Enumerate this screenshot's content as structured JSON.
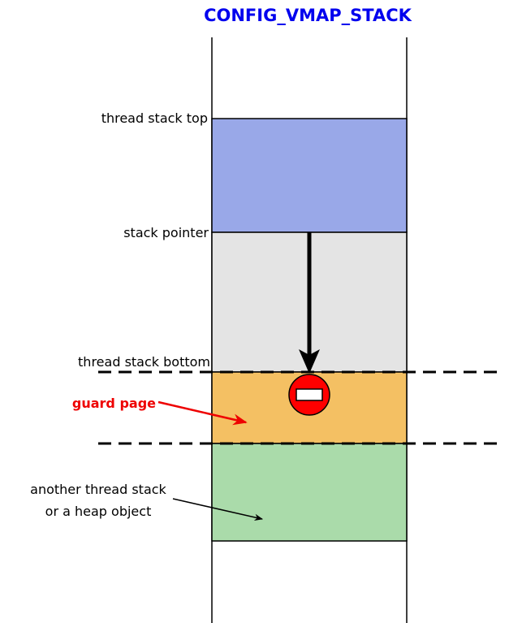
{
  "title": "CONFIG_VMAP_STACK",
  "labels": {
    "stack_top": "thread stack top",
    "stack_pointer": "stack pointer",
    "stack_bottom": "thread stack bottom",
    "guard_page": "guard page",
    "another_line1": "another thread stack",
    "another_line2": "or a heap object"
  },
  "colors": {
    "title": "#0000ee",
    "used_stack": "#99a8e8",
    "free_stack": "#e4e4e4",
    "guard_page": "#f4c063",
    "other_region": "#aadbaa",
    "guard_label": "#ee0000",
    "no_entry": "#ff0000"
  },
  "icons": {
    "guard": "no-entry-icon"
  }
}
